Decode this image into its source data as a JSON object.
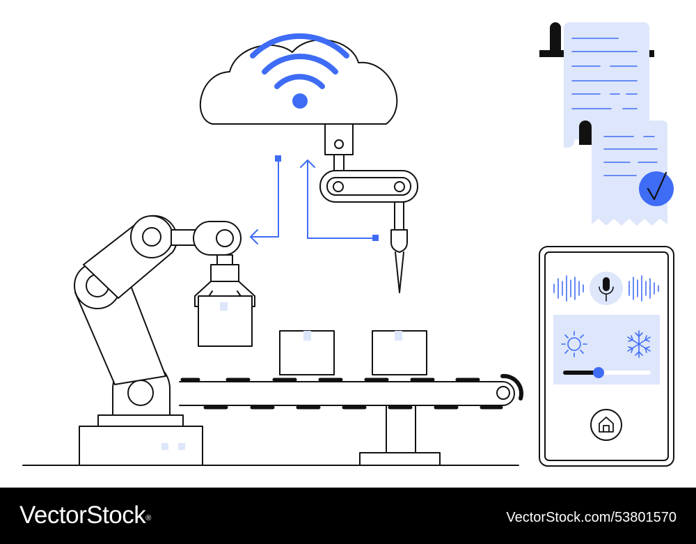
{
  "footer": {
    "brand": "VectorStock",
    "registered_mark": "®",
    "stock_id": "VectorStock.com/53801570"
  },
  "colors": {
    "accent_blue": "#3F6CF5",
    "light_blue_fill": "#DDE6FB",
    "outline": "#111111",
    "footer_background": "#000000"
  },
  "icons": [
    "cloud-icon",
    "wifi-icon",
    "robotic-arm-icon",
    "conveyor-belt-icon",
    "receipt-scroll-icon",
    "checkmark-badge-icon",
    "smartphone-icon",
    "microphone-icon",
    "sun-icon",
    "snowflake-icon",
    "home-icon"
  ],
  "phone": {
    "slider_level": 0.4
  }
}
